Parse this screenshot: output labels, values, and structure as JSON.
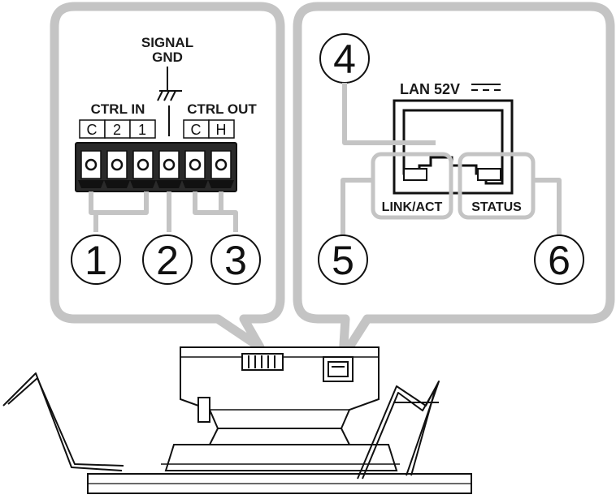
{
  "signal_gnd": {
    "line1": "SIGNAL",
    "line2": "GND"
  },
  "ctrl_in": {
    "label": "CTRL IN",
    "terminals": [
      "C",
      "2",
      "1"
    ]
  },
  "ctrl_out": {
    "label": "CTRL OUT",
    "terminals": [
      "C",
      "H"
    ]
  },
  "lan": {
    "label": "LAN 52V"
  },
  "indicators": {
    "link_act": "LINK/ACT",
    "status": "STATUS"
  },
  "callouts": [
    "1",
    "2",
    "3",
    "4",
    "5",
    "6"
  ],
  "colors": {
    "callout_gray": "#c4c4c4",
    "line": "#111111"
  }
}
